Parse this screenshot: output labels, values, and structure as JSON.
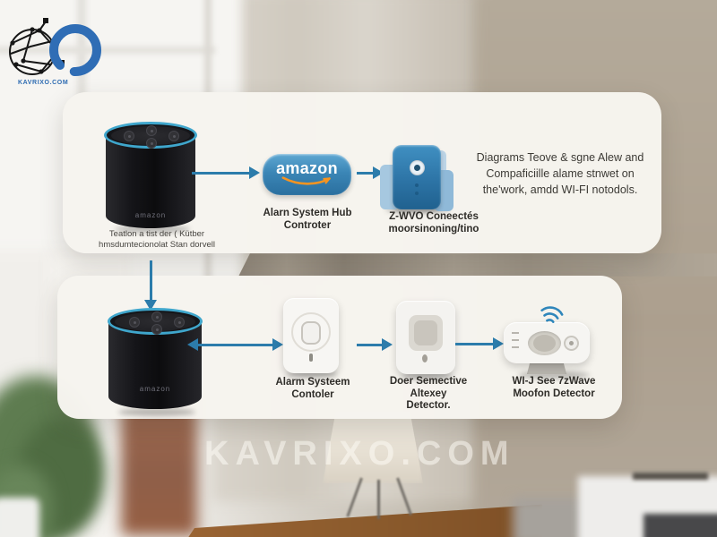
{
  "brand": {
    "name": "KAVRIXO.COM"
  },
  "watermark": {
    "text": "KAVRIXO.COM"
  },
  "colors": {
    "arrow_blue": "#2c7cab",
    "amazon_orange": "#f79420",
    "echo_ring_blue": "#3fa6cc",
    "logo_blue": "#2e6cb2",
    "panel": "#f6f4ef"
  },
  "top_flow": {
    "echo": {
      "brand_label": "amazon",
      "caption_line1": "Teatlon a tist der ( Kütber",
      "caption_line2": "hmsdumtecionolat Stan dorvell"
    },
    "hub": {
      "wordmark": "amazon",
      "caption_line1": "Alarn System Hub",
      "caption_line2": "Controter"
    },
    "zwave": {
      "caption_line1": "Z-WVO Coneectés",
      "caption_line2": "moorsinoning/tino"
    },
    "description": {
      "line1": "Diagrams Teove & sgne Alew and",
      "line2": "Compaficiille alame stnwet on",
      "line3": "the'work, amdd WI-FI notodols."
    }
  },
  "bottom_flow": {
    "echo": {
      "brand_label": "amazon"
    },
    "controller": {
      "caption_line1": "Alarm Systeem",
      "caption_line2": "Contoler"
    },
    "door_sensor": {
      "caption_line1": "Doer Semective",
      "caption_line2": "Altexey",
      "caption_line3": "Detector."
    },
    "motion_detector": {
      "caption_line1": "WI-J See 7zWave",
      "caption_line2": "Moofon Detector"
    }
  }
}
